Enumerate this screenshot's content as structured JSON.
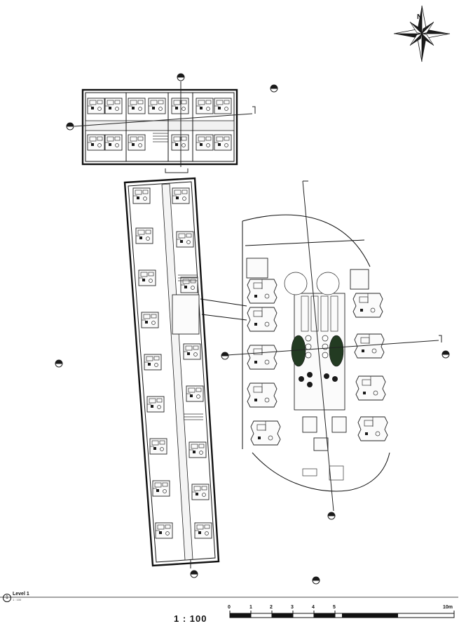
{
  "north_arrow": {
    "label": "N",
    "icon": "north-arrow-compass-icon"
  },
  "view": {
    "number": "1",
    "title": "Level 1",
    "scale_small": "1 : 100"
  },
  "scale": {
    "ratio": "1 : 100",
    "ticks": [
      "0",
      "1",
      "2",
      "3",
      "4",
      "5",
      "10m"
    ]
  }
}
